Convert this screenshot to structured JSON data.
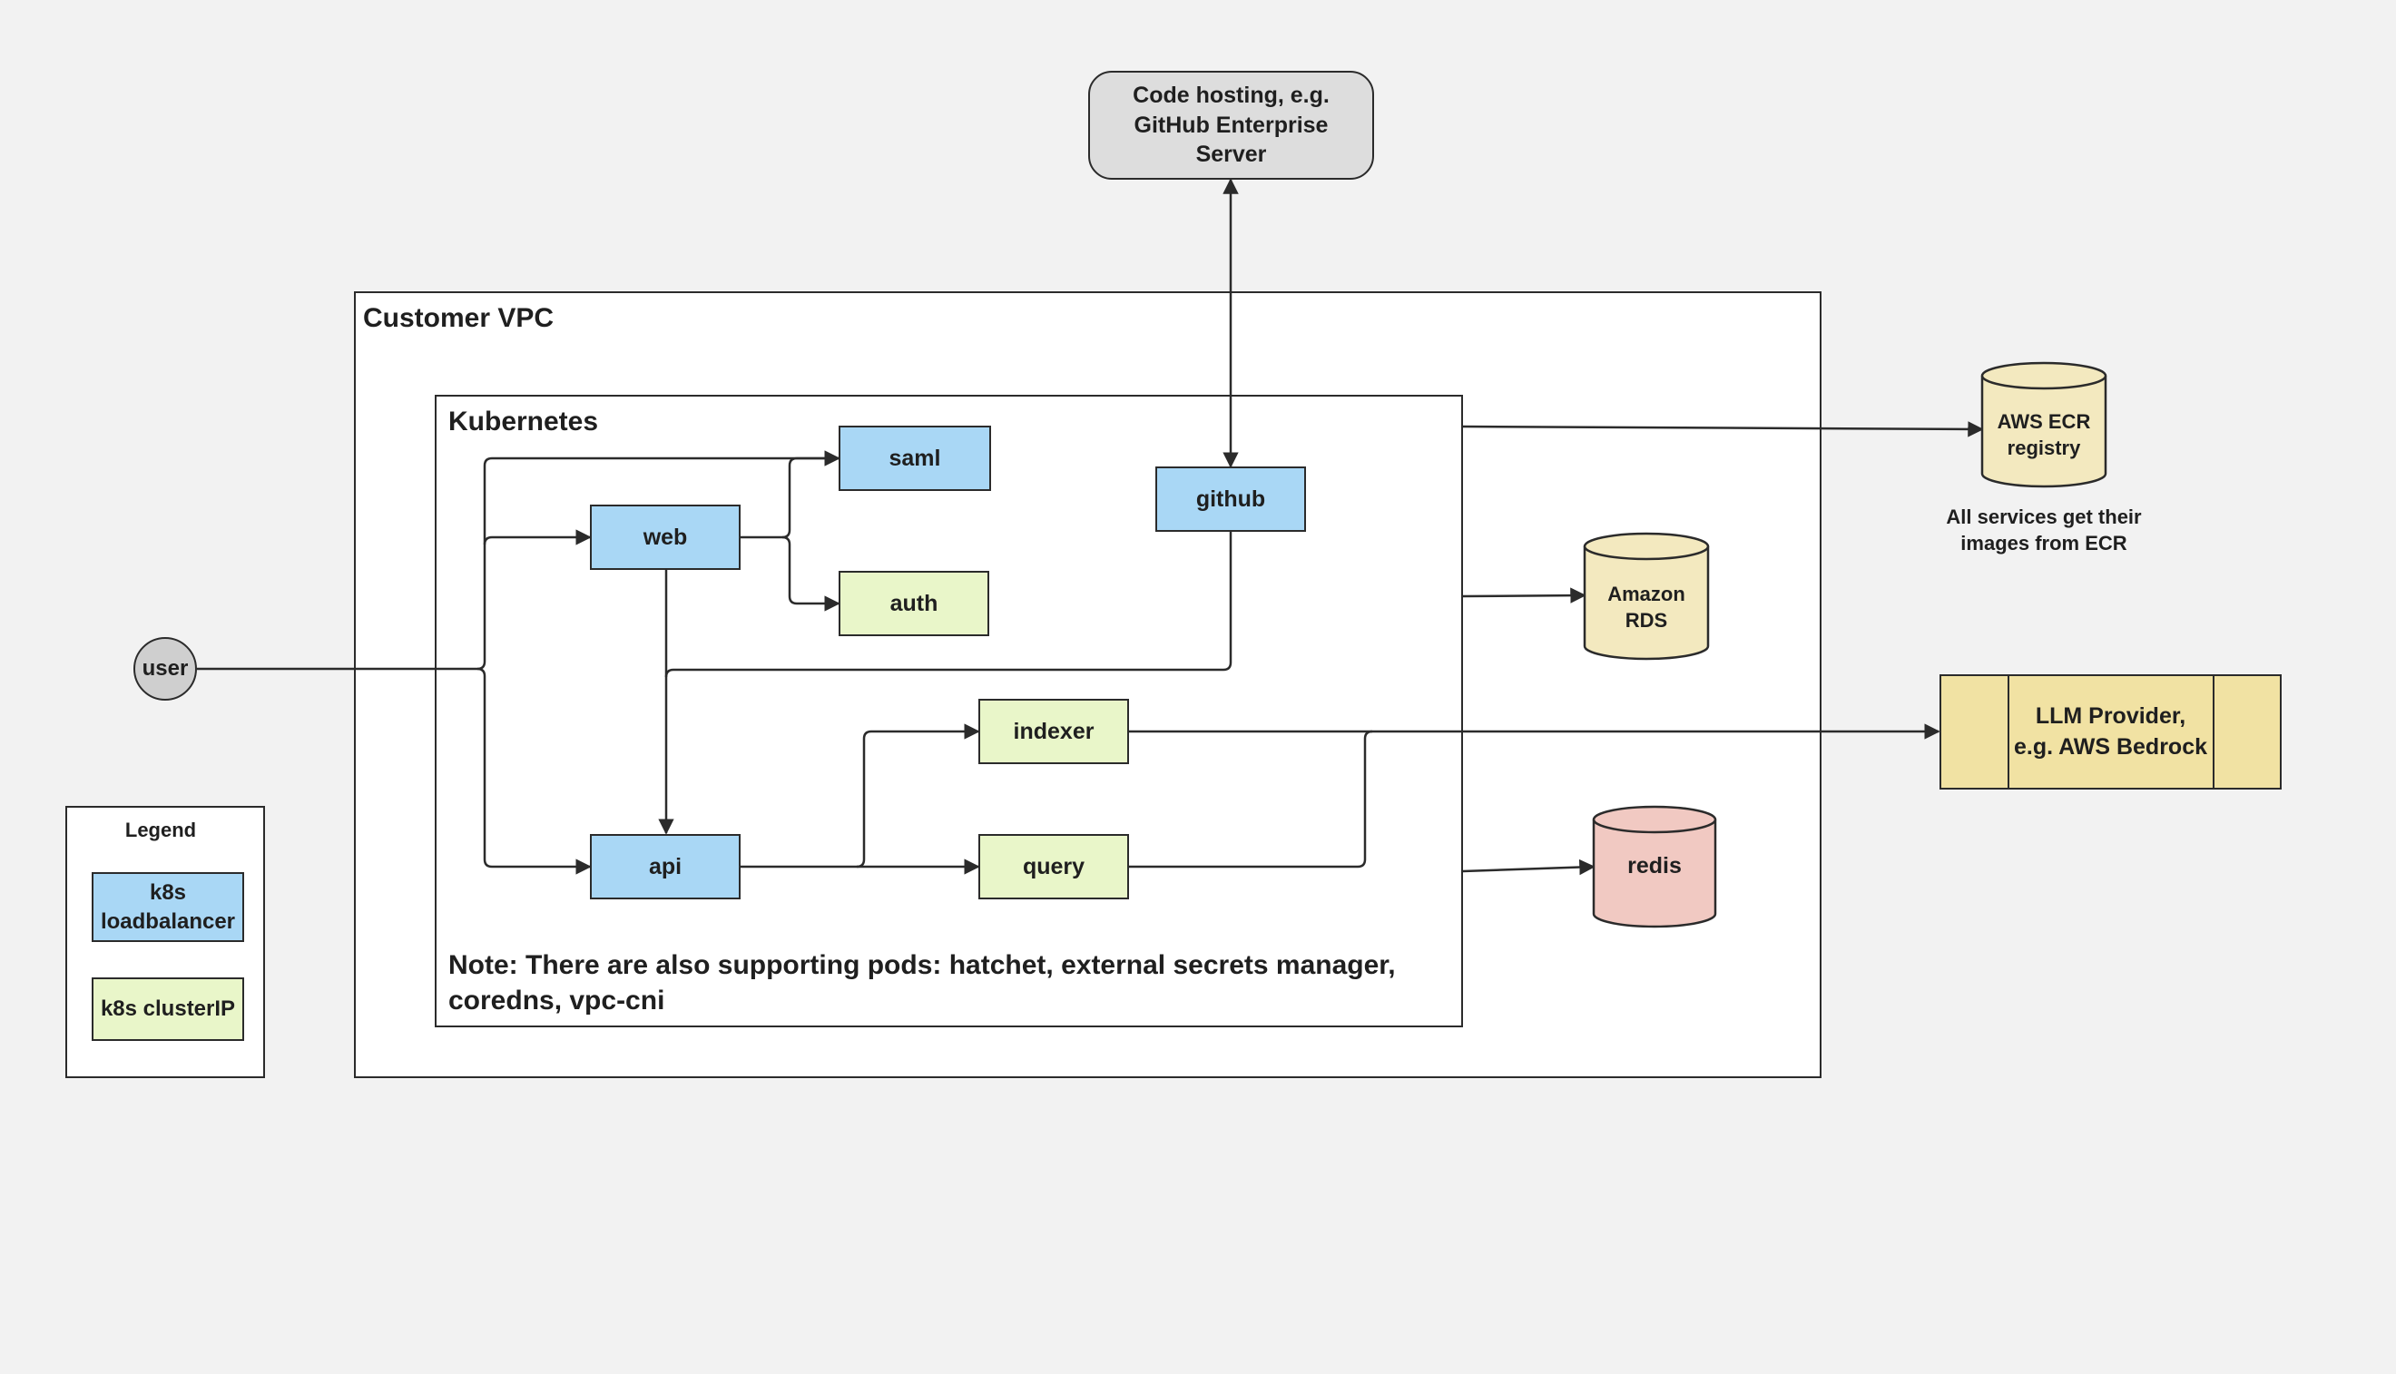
{
  "external": {
    "code_hosting": "Code hosting, e.g. GitHub Enterprise Server",
    "user": "user",
    "ecr": "AWS ECR registry",
    "ecr_caption": "All services get their images from ECR",
    "rds": "Amazon RDS",
    "redis": "redis",
    "llm": "LLM Provider, e.g. AWS Bedrock"
  },
  "vpc": {
    "title": "Customer VPC"
  },
  "kubernetes": {
    "title": "Kubernetes",
    "note": "Note: There are also supporting pods: hatchet, external secrets manager, coredns, vpc-cni",
    "services": {
      "saml": "saml",
      "web": "web",
      "auth": "auth",
      "github": "github",
      "indexer": "indexer",
      "api": "api",
      "query": "query"
    }
  },
  "legend": {
    "title": "Legend",
    "loadbalancer": "k8s loadbalancer",
    "clusterip": "k8s clusterIP"
  },
  "colors": {
    "loadbalancer": "#a9d7f5",
    "clusterip": "#e9f6c9",
    "database": "#f3e9bf",
    "redis": "#f1c9c2",
    "llm": "#f1e2a3",
    "external": "#dddddd"
  }
}
